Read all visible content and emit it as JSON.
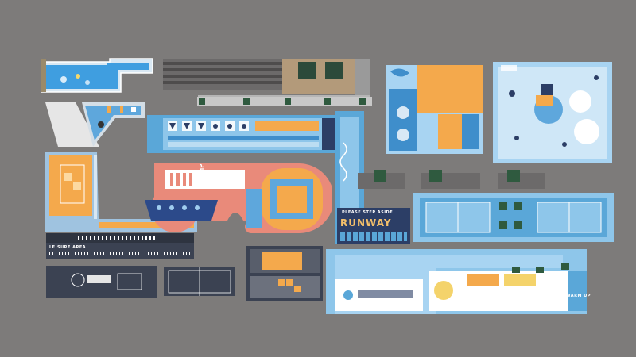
{
  "labels": {
    "leisure_area": "LEISURE AREA",
    "jump": "JUMP",
    "runway_header": "PLEASE STEP ASIDE",
    "runway": "RUNWAY",
    "warm_up": "WARM UP"
  },
  "colors": {
    "background": "#7d7b7a",
    "pool_blue": "#5ea7dc",
    "light_blue": "#a8d4f2",
    "orange": "#f4a94c",
    "navy": "#2c3e66",
    "dark_slate": "#3b4252",
    "salmon": "#e98a7a",
    "green_tree": "#2f5a3f"
  }
}
